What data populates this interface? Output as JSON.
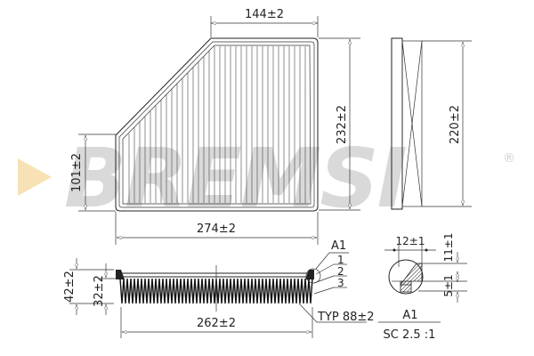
{
  "watermark": {
    "brand": "BREMSI",
    "registered_mark": "®",
    "arrow_color": "#f7e2b5",
    "text_color": "#d9d9d9"
  },
  "top_view": {
    "top_width": "144±2",
    "side_height": "101±2",
    "overall_width": "274±2",
    "overall_height": "232±2"
  },
  "side_view": {
    "height": "220±2"
  },
  "section_view": {
    "total_height": "42±2",
    "pleat_height": "32±2",
    "pleat_width": "262±2",
    "pleat_count_label": "TYP 88±2",
    "detail_ref": "A1",
    "callouts": [
      "1",
      "2",
      "3"
    ]
  },
  "detail": {
    "title": "A1",
    "scale": "SC 2.5 :1",
    "width": "12±1",
    "height_upper": "11±1",
    "height_lower": "5±1"
  }
}
